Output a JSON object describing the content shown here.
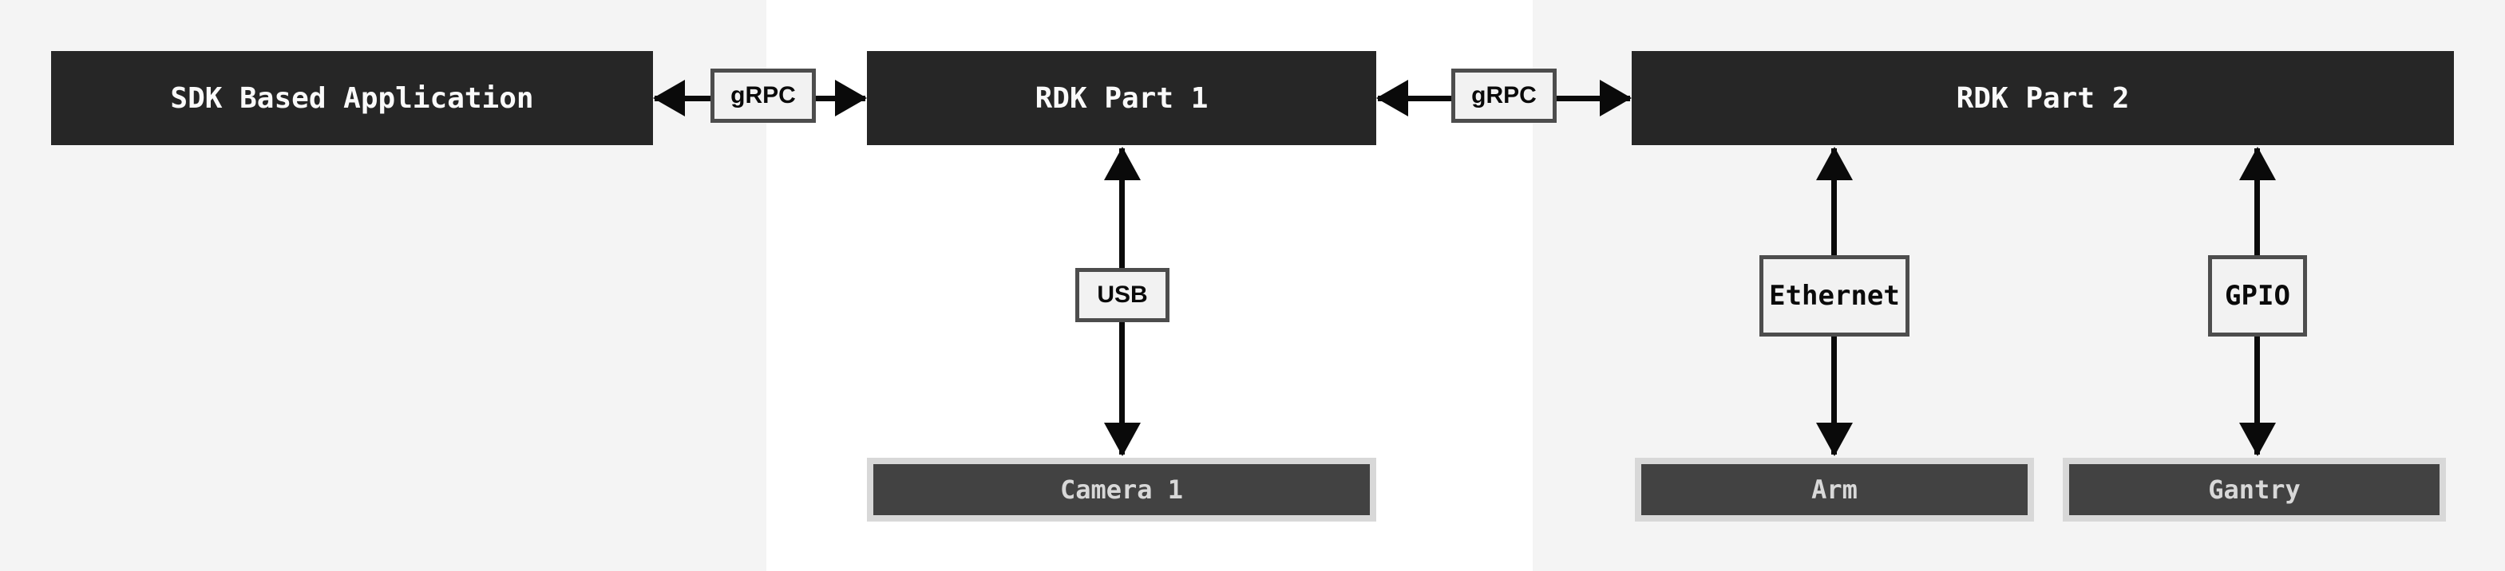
{
  "nodes": {
    "sdk": {
      "label": "SDK Based Application"
    },
    "rdk1": {
      "label": "RDK Part 1"
    },
    "rdk2": {
      "label": "RDK Part 2"
    },
    "camera1": {
      "label": "Camera 1"
    },
    "arm": {
      "label": "Arm"
    },
    "gantry": {
      "label": "Gantry"
    }
  },
  "connectors": {
    "grpc1": {
      "label": "gRPC",
      "direction": "bidirectional",
      "between": [
        "SDK Based Application",
        "RDK Part 1"
      ]
    },
    "grpc2": {
      "label": "gRPC",
      "direction": "bidirectional",
      "between": [
        "RDK Part 1",
        "RDK Part 2"
      ]
    },
    "usb": {
      "label": "USB",
      "direction": "bidirectional",
      "between": [
        "RDK Part 1",
        "Camera 1"
      ]
    },
    "ethernet": {
      "label": "Ethernet",
      "direction": "bidirectional",
      "between": [
        "RDK Part 2",
        "Arm"
      ]
    },
    "gpio": {
      "label": "GPIO",
      "direction": "bidirectional",
      "between": [
        "RDK Part 2",
        "Gantry"
      ]
    }
  },
  "colors": {
    "panel_gray": "#f4f4f4",
    "panel_white": "#ffffff",
    "node_dark_bg": "#262626",
    "node_dark_text": "#fafafa",
    "device_frame": "#d8d8d8",
    "device_fill": "#424242",
    "device_text": "#d8d8d8",
    "label_bg": "#f2f2f2",
    "label_border": "#4d4d4d",
    "label_text": "#0a0a0a",
    "arrow": "#0a0a0a"
  }
}
